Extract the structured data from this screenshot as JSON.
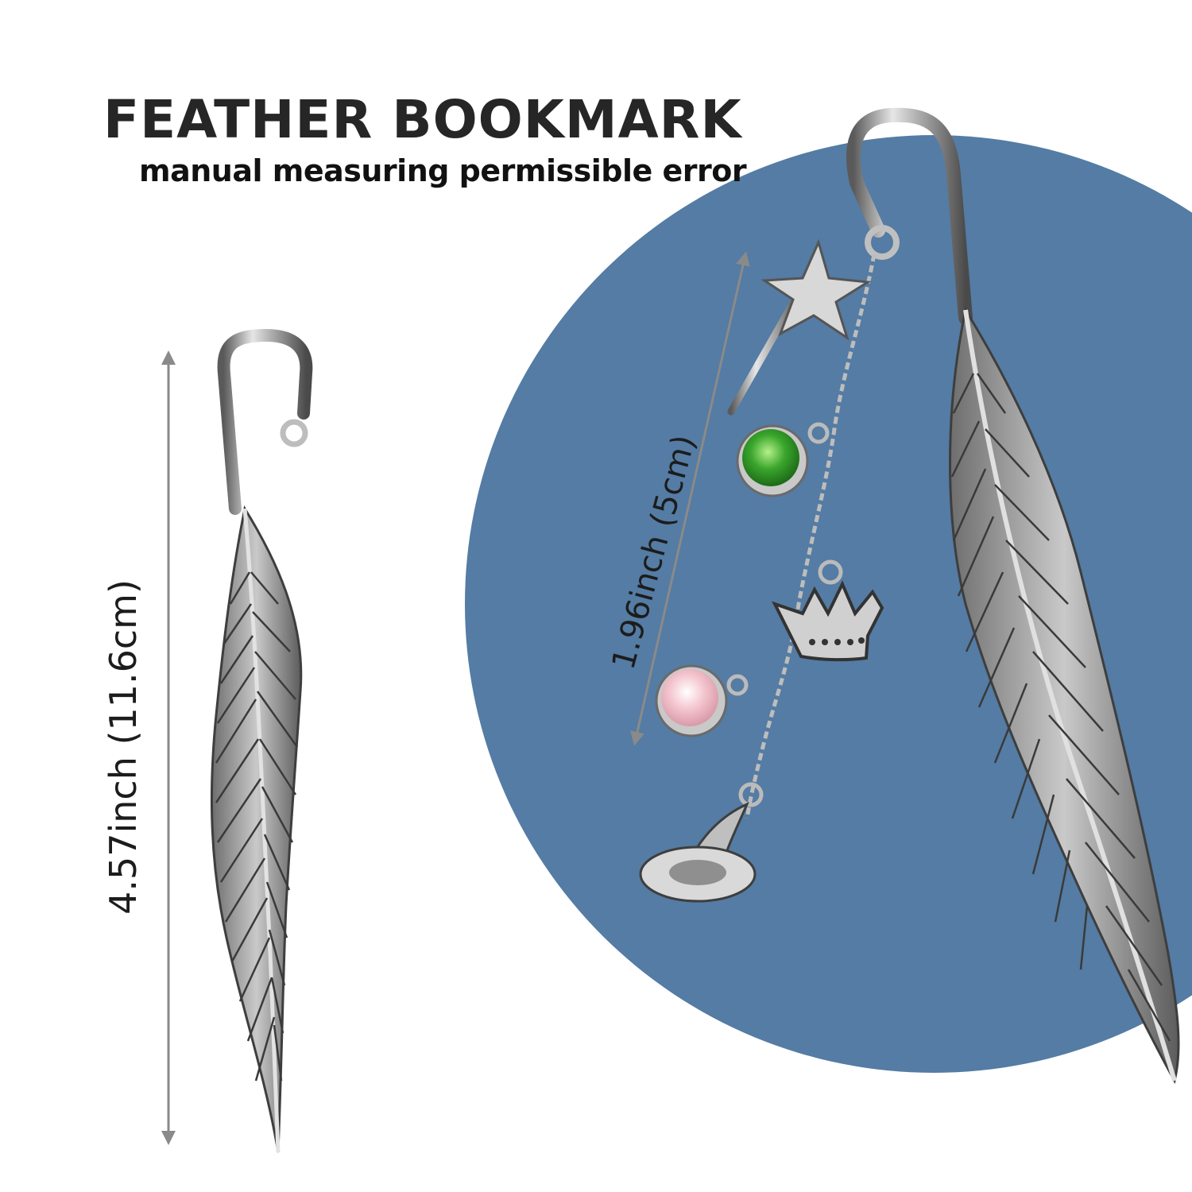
{
  "header": {
    "title": "FEATHER BOOKMARK",
    "subtitle": "manual measuring permissible error"
  },
  "dimensions": {
    "plain_bookmark_length": "4.57inch (11.6cm)",
    "charm_chain_length": "1.96inch (5cm)"
  },
  "colors": {
    "background": "#ffffff",
    "circle": "#547ca4",
    "metal_light": "#e4e4e4",
    "metal_dark": "#3a3a3a",
    "gem_green": "#2f9a2a",
    "gem_pink": "#f1c0c8",
    "arrow": "#8a8a8a"
  },
  "icons": {
    "star_charm": "star-wand-icon",
    "crown_charm": "crown-icon",
    "hat_charm": "witch-hat-icon",
    "gem_charms": "gem-icon"
  }
}
